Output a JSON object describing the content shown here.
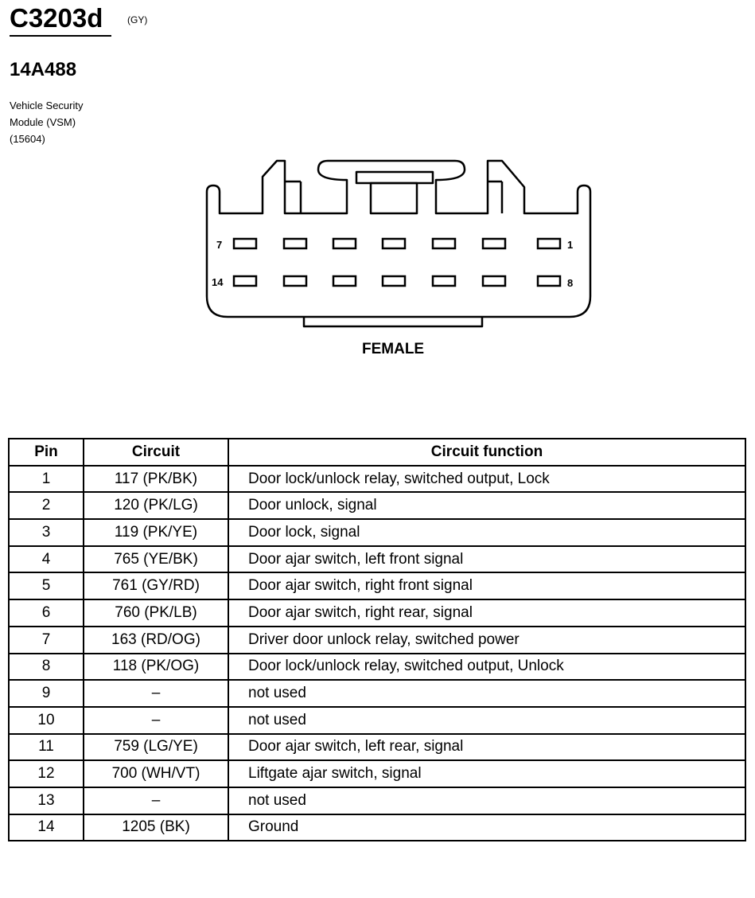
{
  "connector": {
    "id": "C3203d",
    "color_code": "(GY)",
    "part_number": "14A488",
    "description_lines": [
      "Vehicle Security",
      "Module (VSM)",
      "(15604)"
    ],
    "gender": "FEMALE",
    "pin_labels": {
      "top_left": "7",
      "top_right": "1",
      "bottom_left": "14",
      "bottom_right": "8"
    }
  },
  "table": {
    "headers": {
      "pin": "Pin",
      "circuit": "Circuit",
      "function": "Circuit function"
    },
    "rows": [
      {
        "pin": "1",
        "circuit": "117 (PK/BK)",
        "function": "Door lock/unlock relay, switched output, Lock"
      },
      {
        "pin": "2",
        "circuit": "120 (PK/LG)",
        "function": "Door unlock, signal"
      },
      {
        "pin": "3",
        "circuit": "119 (PK/YE)",
        "function": "Door lock, signal"
      },
      {
        "pin": "4",
        "circuit": "765 (YE/BK)",
        "function": "Door ajar switch, left front  signal"
      },
      {
        "pin": "5",
        "circuit": "761 (GY/RD)",
        "function": "Door ajar switch, right front  signal"
      },
      {
        "pin": "6",
        "circuit": "760 (PK/LB)",
        "function": "Door ajar switch, right rear, signal"
      },
      {
        "pin": "7",
        "circuit": "163 (RD/OG)",
        "function": "Driver door unlock relay, switched power"
      },
      {
        "pin": "8",
        "circuit": "118 (PK/OG)",
        "function": "Door lock/unlock relay, switched output, Unlock"
      },
      {
        "pin": "9",
        "circuit": "–",
        "function": "not used"
      },
      {
        "pin": "10",
        "circuit": "–",
        "function": "not used"
      },
      {
        "pin": "11",
        "circuit": "759 (LG/YE)",
        "function": "Door ajar switch, left rear, signal"
      },
      {
        "pin": "12",
        "circuit": "700 (WH/VT)",
        "function": "Liftgate ajar switch, signal"
      },
      {
        "pin": "13",
        "circuit": "–",
        "function": "not used"
      },
      {
        "pin": "14",
        "circuit": "1205 (BK)",
        "function": "Ground"
      }
    ]
  }
}
